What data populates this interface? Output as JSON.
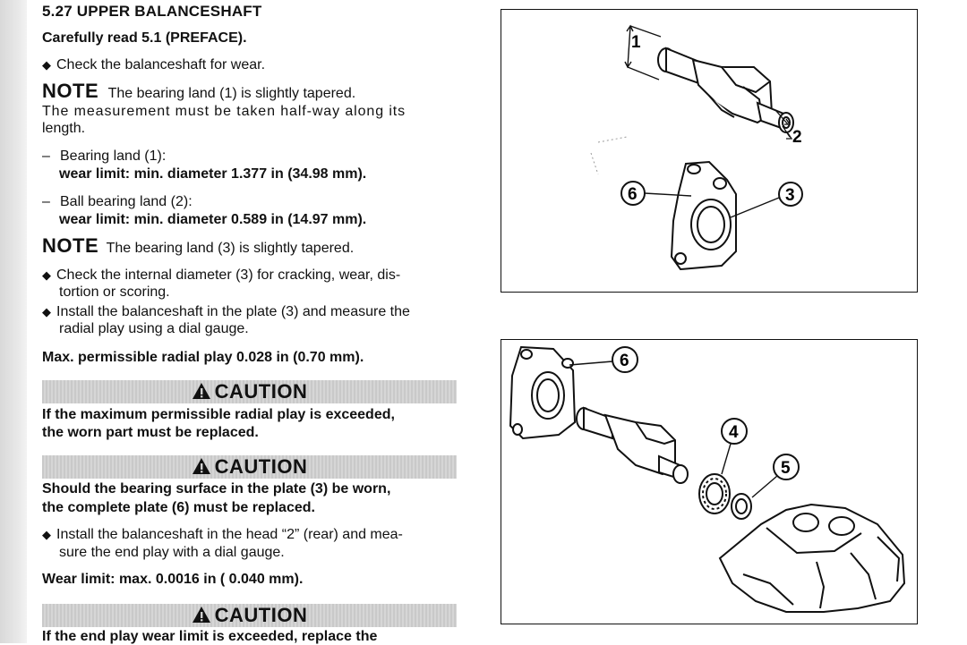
{
  "section": {
    "title": "5.27 UPPER BALANCESHAFT",
    "preface": "Carefully read 5.1 (PREFACE)."
  },
  "steps": {
    "check_wear": "Check the balanceshaft for wear.",
    "check_internal_l1": "Check the internal diameter (3) for cracking, wear, dis-",
    "check_internal_l2": "tortion or scoring.",
    "install_plate_l1": "Install the balanceshaft in the plate (3) and measure the",
    "install_plate_l2": "radial play using a dial gauge.",
    "install_head_l1": "Install the balanceshaft in the head “2” (rear) and mea-",
    "install_head_l2": "sure the end play with a dial gauge."
  },
  "notes": [
    {
      "label": "NOTE",
      "text": "The bearing land (1) is slightly tapered.",
      "cont_l1": "The measurement must be taken half-way along its",
      "cont_l2": "length."
    },
    {
      "label": "NOTE",
      "text": "The bearing land (3) is slightly tapered."
    }
  ],
  "limits": {
    "bearing_land_label": "Bearing land (1):",
    "bearing_land_value": "wear limit: min. diameter 1.377 in (34.98 mm).",
    "ball_bearing_label": "Ball bearing land (2):",
    "ball_bearing_value": "wear limit: min. diameter 0.589 in (14.97 mm).",
    "max_radial_play": "Max. permissible radial play 0.028 in (0.70 mm).",
    "end_play_limit": "Wear limit: max. 0.0016 in ( 0.040 mm)."
  },
  "cautions": [
    {
      "label": "CAUTION",
      "line1": "If the maximum permissible radial play is exceeded,",
      "line2": "the worn part must be replaced."
    },
    {
      "label": "CAUTION",
      "line1": "Should the bearing surface in the plate (3) be worn,",
      "line2": "the complete plate (6) must be replaced."
    },
    {
      "label": "CAUTION",
      "line1": "If the end play wear limit is exceeded, replace the"
    }
  ],
  "figures": {
    "fig1_callouts": [
      "1",
      "2",
      "6",
      "3"
    ],
    "fig2_callouts": [
      "6",
      "4",
      "5"
    ]
  }
}
